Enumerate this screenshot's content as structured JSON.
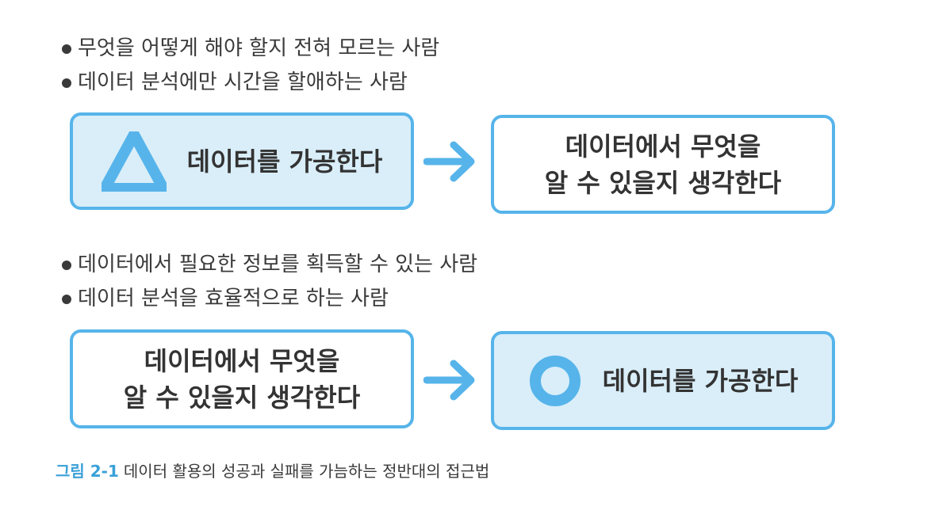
{
  "top_bullets": [
    "무엇을 어떻게 해야 할지 전혀 모르는 사람",
    "데이터 분석에만 시간을 할애하는 사람"
  ],
  "top_row": {
    "left_box": {
      "text": "데이터를 가공한다",
      "icon": "triangle-icon"
    },
    "right_box": {
      "line1": "데이터에서 무엇을",
      "line2": "알 수 있을지 생각한다"
    }
  },
  "bottom_bullets": [
    "데이터에서 필요한 정보를 획득할 수 있는 사람",
    "데이터 분석을 효율적으로 하는 사람"
  ],
  "bottom_row": {
    "left_box": {
      "line1": "데이터에서 무엇을",
      "line2": "알 수 있을지 생각한다"
    },
    "right_box": {
      "text": "데이터를 가공한다",
      "icon": "circle-icon"
    }
  },
  "caption": {
    "figure_label": "그림 2-1",
    "text": "데이터 활용의 성공과 실패를 가늠하는 정반대의 접근법"
  },
  "colors": {
    "accent": "#56b4ea",
    "box_fill": "#d9eef9",
    "text": "#3a3a3a"
  }
}
